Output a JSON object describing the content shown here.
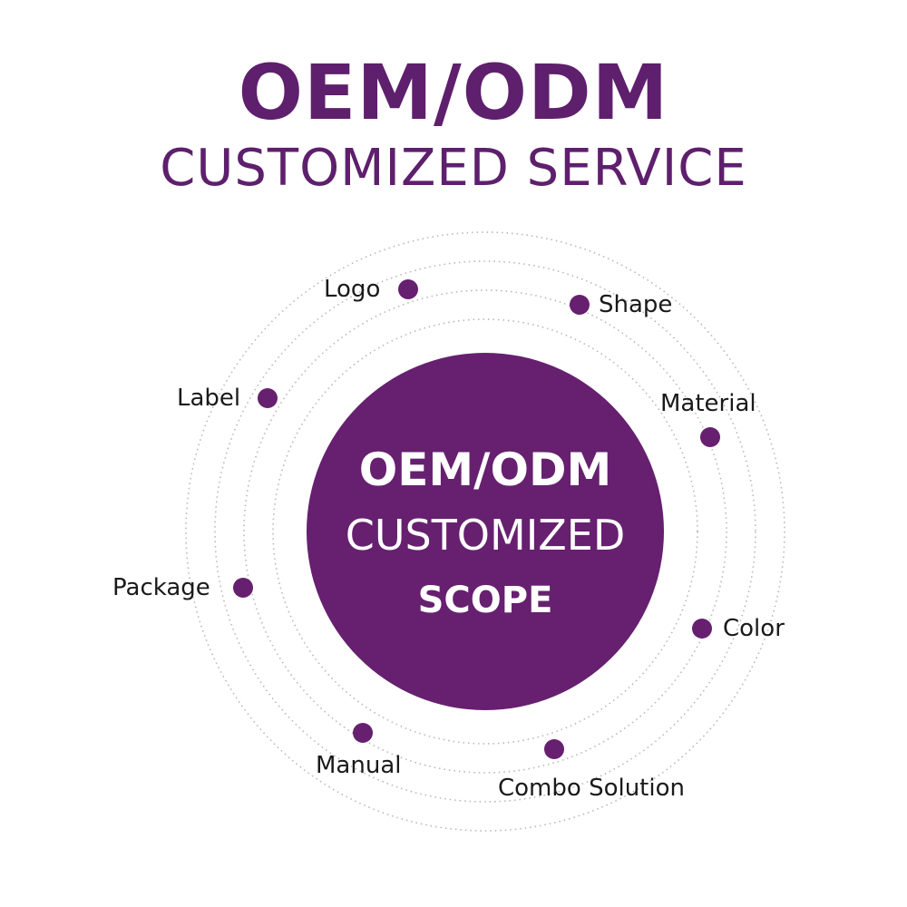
{
  "title": "OEM/ODM",
  "subtitle": "CUSTOMIZED SERVICE",
  "center": {
    "line1": "OEM/ODM",
    "line2": "CUSTOMIZED",
    "line3": "SCOPE"
  },
  "items": [
    {
      "label": "Logo"
    },
    {
      "label": "Shape"
    },
    {
      "label": "Label"
    },
    {
      "label": "Material"
    },
    {
      "label": "Package"
    },
    {
      "label": "Color"
    },
    {
      "label": "Manual"
    },
    {
      "label": "Combo Solution"
    }
  ],
  "colors": {
    "brand": "#5e1f6d",
    "disc": "#66206f",
    "dot": "#66206f",
    "ring": "#b8b8b8",
    "label_text": "#1a1a1a"
  }
}
